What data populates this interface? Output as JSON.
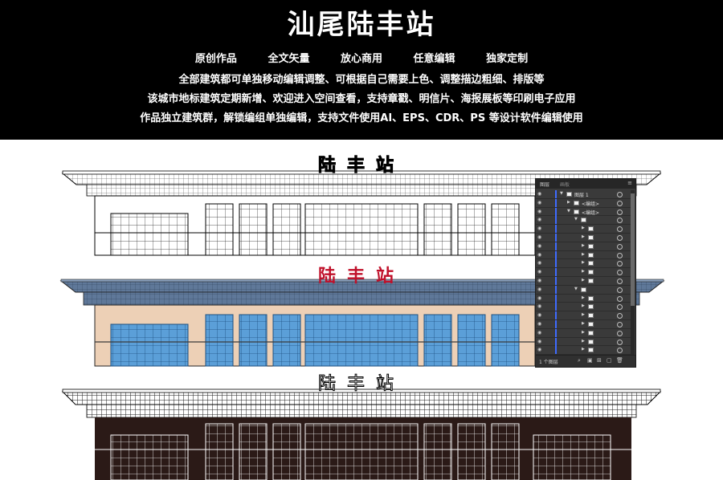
{
  "header": {
    "title": "汕尾陆丰站",
    "tags": [
      "原创作品",
      "全文矢量",
      "放心商用",
      "任意编辑",
      "独家定制"
    ],
    "lines": [
      "全部建筑都可单独移动编辑调整、可根据自己需要上色、调整描边粗细、排版等",
      "该城市地标建筑定期新增、欢迎进入空间查看，支持章戳、明信片、海报展板等印刷电子应用",
      "作品独立建筑群，解锁编组单独编辑，支持文件使用AI、EPS、CDR、PS 等设计软件编辑使用"
    ]
  },
  "buildings": {
    "outline_title": "陆丰站",
    "color_title": "陆丰站",
    "dark_title": "陆丰站"
  },
  "colors": {
    "header_bg": "#000000",
    "roof_blue": "#5f7899",
    "wall_tan": "#edd0b6",
    "glass_blue": "#5b9fd8",
    "dark_brown": "#2b1a17",
    "title_red": "#c0102a"
  },
  "layers_panel": {
    "tabs": [
      "图层",
      "画板"
    ],
    "layer_count": "1 个图层",
    "rows": [
      {
        "level": 0,
        "name": "图层 1",
        "expanded": true
      },
      {
        "level": 1,
        "name": "<编组>",
        "expanded": false
      },
      {
        "level": 1,
        "name": "<编组>",
        "expanded": true
      },
      {
        "level": 2,
        "name": "",
        "expanded": true
      },
      {
        "level": 3,
        "name": "",
        "expanded": false
      },
      {
        "level": 3,
        "name": "",
        "expanded": false
      },
      {
        "level": 3,
        "name": "",
        "expanded": false
      },
      {
        "level": 3,
        "name": "",
        "expanded": false
      },
      {
        "level": 3,
        "name": "",
        "expanded": false
      },
      {
        "level": 3,
        "name": "",
        "expanded": false
      },
      {
        "level": 3,
        "name": "",
        "expanded": false
      },
      {
        "level": 2,
        "name": "",
        "expanded": true
      },
      {
        "level": 3,
        "name": "",
        "expanded": false
      },
      {
        "level": 3,
        "name": "",
        "expanded": false
      },
      {
        "level": 3,
        "name": "",
        "expanded": false
      },
      {
        "level": 3,
        "name": "",
        "expanded": false
      },
      {
        "level": 3,
        "name": "",
        "expanded": false
      },
      {
        "level": 3,
        "name": "",
        "expanded": false
      },
      {
        "level": 3,
        "name": "",
        "expanded": false
      }
    ]
  }
}
